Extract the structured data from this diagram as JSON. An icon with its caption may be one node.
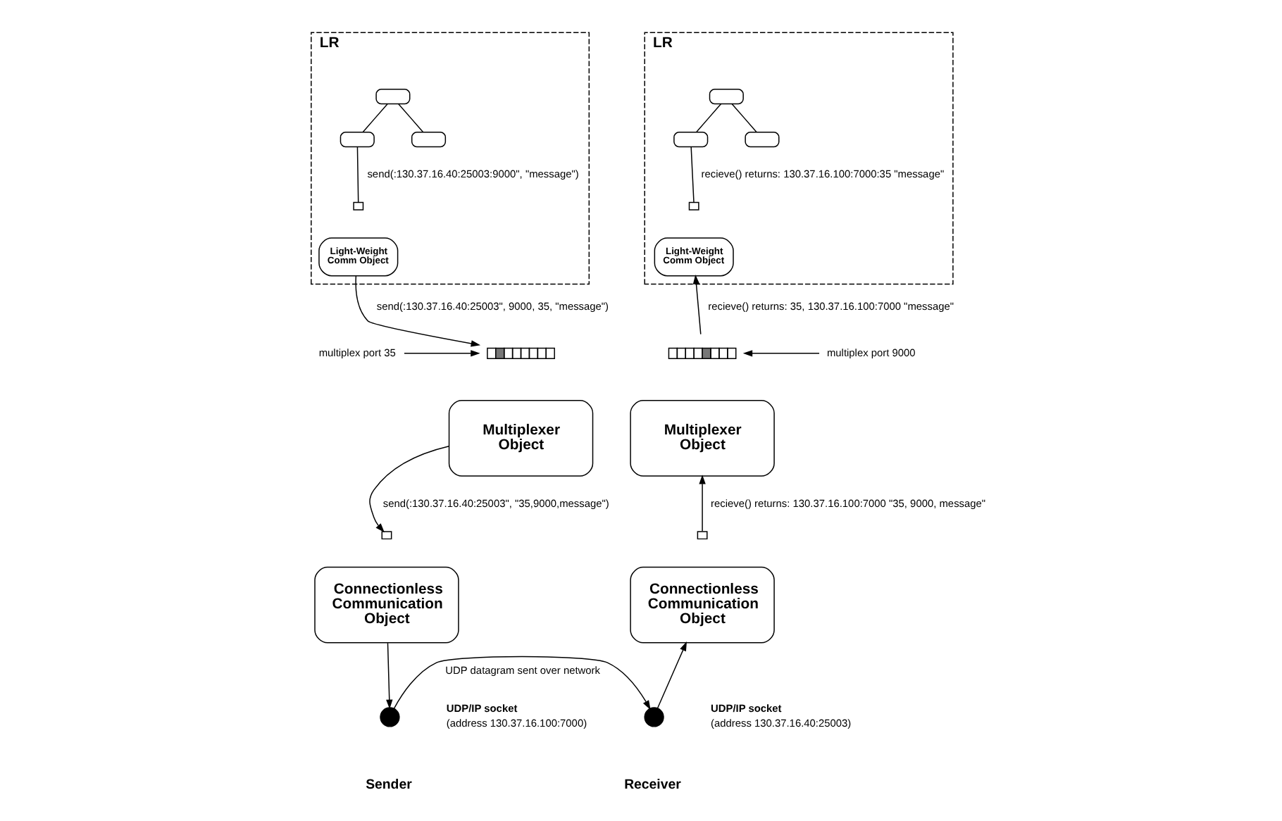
{
  "diagram": {
    "nodes": [
      {
        "text": [
          "LR"
        ]
      },
      {
        "text": [],
        "shape": "box",
        "in": 0
      },
      {
        "text": [],
        "shape": "box",
        "in": 0
      },
      {
        "text": [],
        "shape": "box",
        "in": 0
      },
      {
        "text": [],
        "shape": "box",
        "in": 0
      },
      {
        "text": [
          "Light-Weight Comm Object"
        ],
        "in": 0
      },
      {
        "text": [],
        "shape": "bar"
      },
      {
        "text": [
          "multiplex port 35"
        ]
      },
      {
        "text": [
          "Multiplexer Object"
        ]
      },
      {
        "text": [],
        "shape": "box"
      },
      {
        "text": [
          "Connectionless Communication Object"
        ]
      },
      {
        "text": [],
        "shape": "circle",
        "beside": [
          "UDP/IP socket",
          "(address 130.37.16.100:7000)"
        ]
      },
      {
        "text": [
          "LR"
        ]
      },
      {
        "text": [],
        "shape": "box",
        "in": 12
      },
      {
        "text": [],
        "shape": "box",
        "in": 12
      },
      {
        "text": [],
        "shape": "box",
        "in": 12
      },
      {
        "text": [],
        "shape": "box",
        "in": 12
      },
      {
        "text": [
          "Light-Weight Comm Object"
        ],
        "in": 12
      },
      {
        "text": [],
        "shape": "bar"
      },
      {
        "text": [
          "multiplex port 9000"
        ]
      },
      {
        "text": [
          "Multiplexer Object"
        ]
      },
      {
        "text": [],
        "shape": "box"
      },
      {
        "text": [
          "Connectionless Communication Object"
        ]
      },
      {
        "text": [],
        "shape": "circle",
        "beside": [
          "UDP/IP socket",
          "(address 130.37.16.40:25003)"
        ]
      }
    ],
    "edges": [
      {
        "from": 1,
        "to": 2,
        "arrow": "none"
      },
      {
        "from": 1,
        "to": 3,
        "arrow": "none"
      },
      {
        "from": 2,
        "to": 4,
        "arrow": "none",
        "label": "send(:130.37.16.40:25003:9000\", \"message\")"
      },
      {
        "from": 5,
        "to": 6,
        "arrow": "to",
        "label": "send(:130.37.16.40:25003\", 9000, 35, \"message\")"
      },
      {
        "from": 7,
        "to": 6,
        "arrow": "to"
      },
      {
        "from": 8,
        "to": 9,
        "arrow": "to",
        "label": "send(:130.37.16.40:25003\", \"35,9000,message\")"
      },
      {
        "from": 10,
        "to": 11,
        "arrow": "to"
      },
      {
        "from": 11,
        "to": 23,
        "arrow": "to",
        "label": "UDP datagram sent over network"
      },
      {
        "from": 23,
        "to": 22,
        "arrow": "to"
      },
      {
        "from": 21,
        "to": 20,
        "arrow": "to",
        "label": "recieve() returns: 130.37.16.100:7000 \"35, 9000, message\""
      },
      {
        "from": 18,
        "to": 17,
        "arrow": "to",
        "label": "recieve() returns: 35, 130.37.16.100:7000 \"message\""
      },
      {
        "from": 19,
        "to": 18,
        "arrow": "to"
      },
      {
        "from": 13,
        "to": 14,
        "arrow": "none"
      },
      {
        "from": 13,
        "to": 15,
        "arrow": "none"
      },
      {
        "from": 14,
        "to": 16,
        "arrow": "none",
        "label": "recieve() returns: 130.37.16.100:7000:35 \"message\""
      }
    ],
    "labels": [
      "Sender",
      "Receiver"
    ]
  }
}
